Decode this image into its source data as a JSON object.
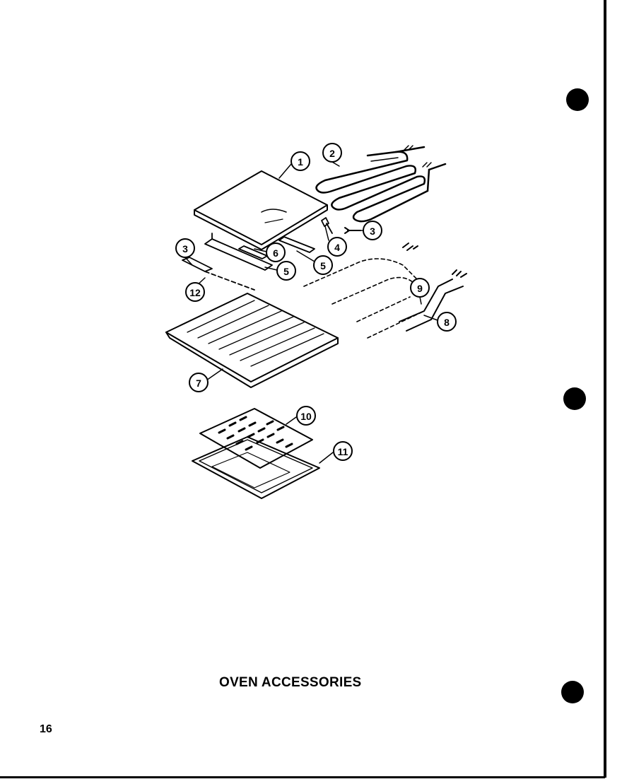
{
  "page": {
    "title": "OVEN ACCESSORIES",
    "page_number": "16"
  },
  "callouts": {
    "c1": "1",
    "c2": "2",
    "c3a": "3",
    "c3b": "3",
    "c4": "4",
    "c5a": "5",
    "c5b": "5",
    "c6": "6",
    "c7": "7",
    "c8": "8",
    "c9": "9",
    "c10": "10",
    "c11": "11",
    "c12": "12"
  }
}
